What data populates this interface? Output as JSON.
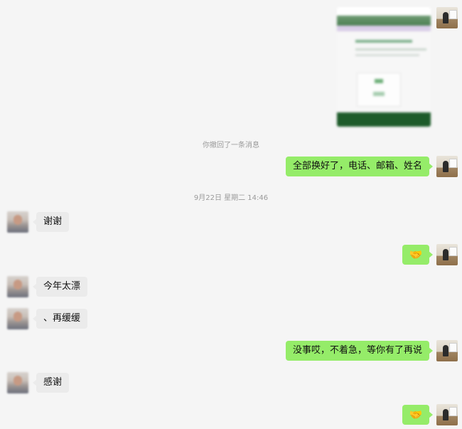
{
  "messages": {
    "m1_recalled": "你撤回了一条消息",
    "m2_text": "全部换好了，电话、邮箱、姓名",
    "m3_timestamp": "9月22日 星期二 14:46",
    "m4_text": "谢谢",
    "m5_emoji": "🤝",
    "m6_text": "今年太漂",
    "m7_text": "、再缓缓",
    "m8_text": "没事哎，不着急，等你有了再说",
    "m9_text": "感谢",
    "m10_emoji": "🤝"
  },
  "colors": {
    "background": "#f5f5f5",
    "outgoing_bubble": "#95ec69",
    "incoming_bubble": "#ebebeb",
    "system_text": "#9a9a9a"
  },
  "icons": {
    "emoji_handshake": "handshake-emoji"
  }
}
